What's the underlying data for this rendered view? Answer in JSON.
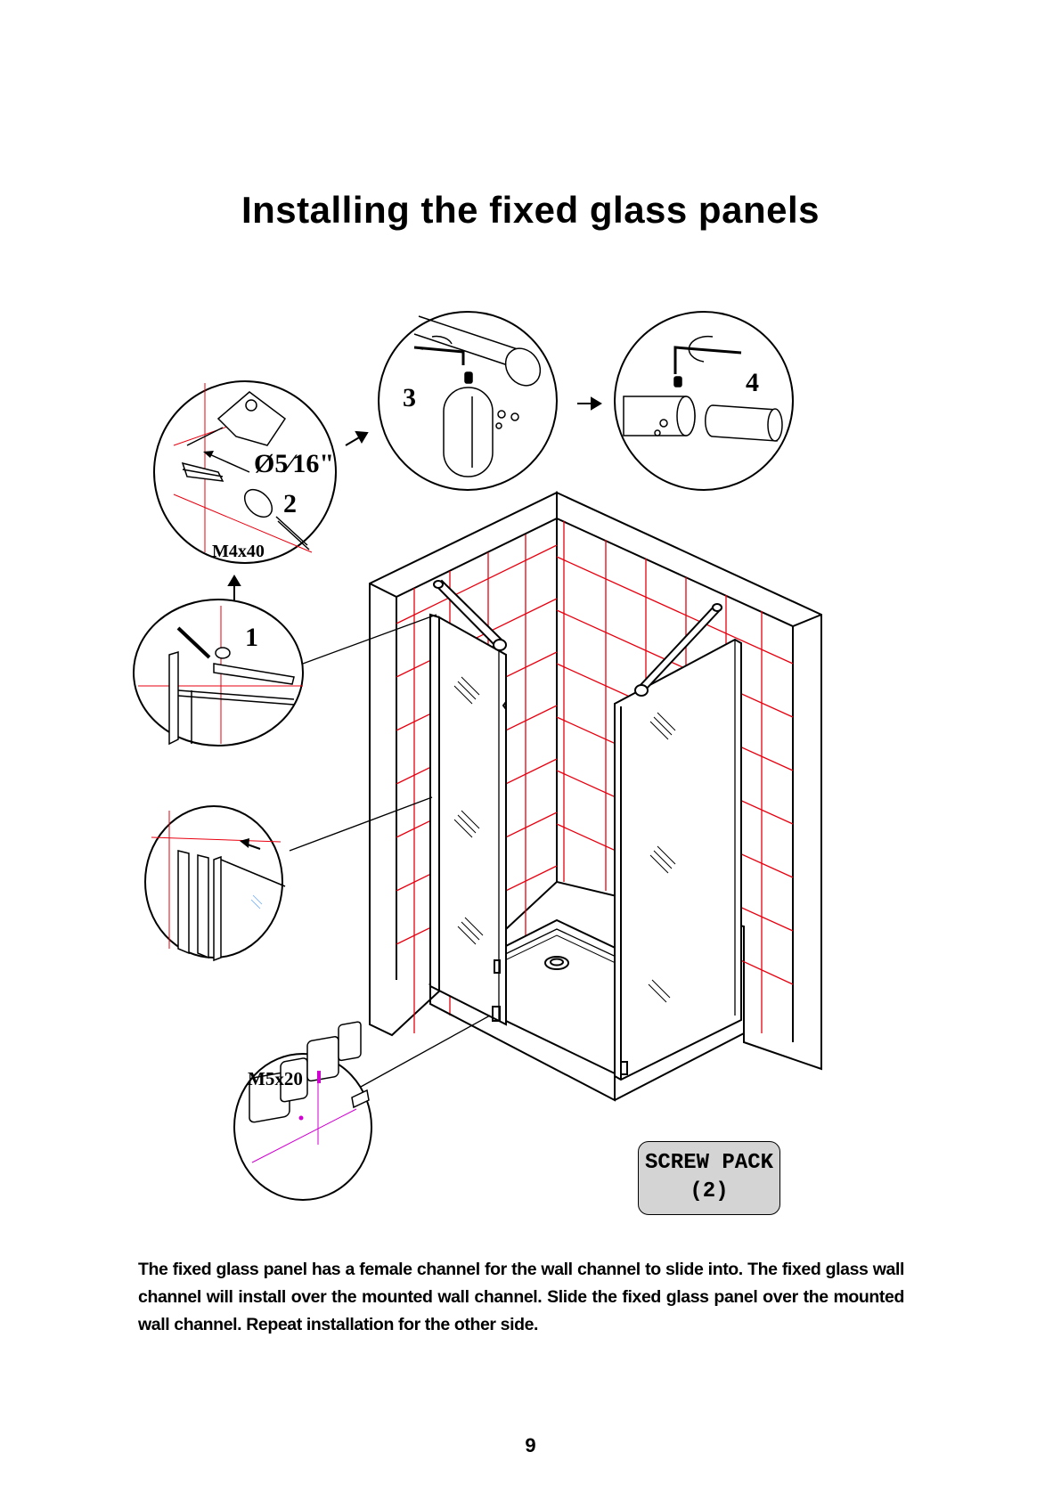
{
  "page": {
    "title": "Installing the fixed glass panels",
    "body_text": "The fixed glass panel has a female channel for the wall channel to slide into.  The fixed glass wall channel will install over the mounted wall channel.  Slide the fixed glass panel over the mounted wall channel.  Repeat installation for the other side.",
    "page_number": "9"
  },
  "diagram": {
    "drill_size": "Ø5⁄16\"",
    "screw_label_top": "M4x40",
    "screw_label_bottom": "M5x20",
    "steps": [
      "1",
      "2",
      "3",
      "4"
    ],
    "screw_pack": {
      "line1": "SCREW PACK",
      "line2": "(2)"
    }
  },
  "colors": {
    "tile_lines": "#e8000f",
    "ink": "#000000",
    "screw_pack_fill": "#d4d4d4",
    "guide_magenta": "#d000d0"
  }
}
